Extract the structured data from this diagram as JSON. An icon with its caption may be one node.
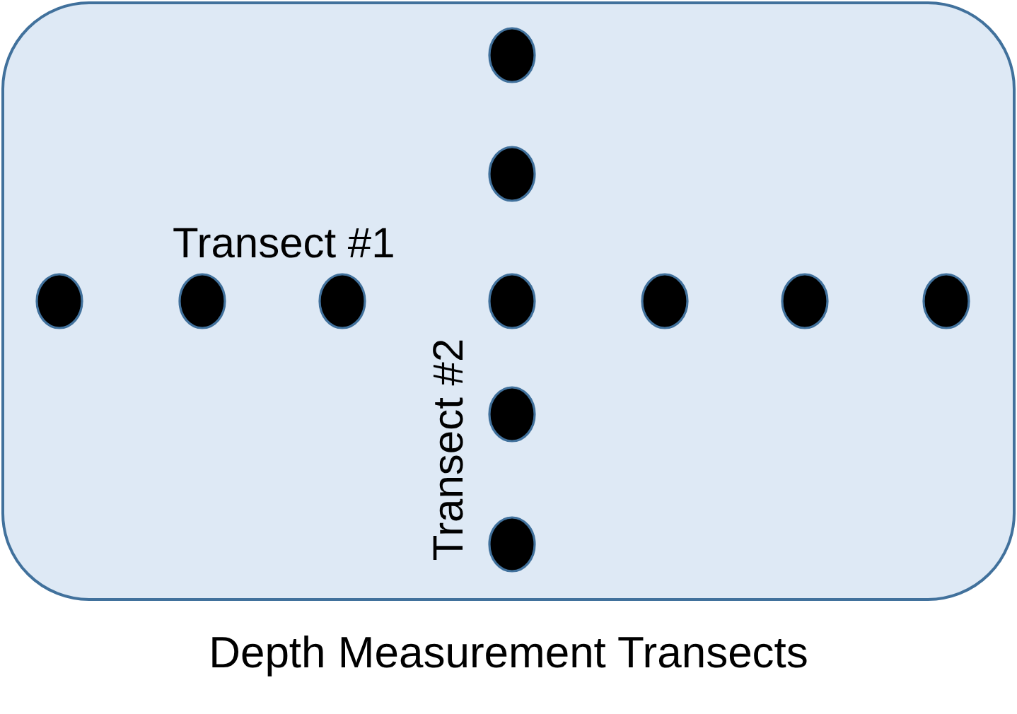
{
  "diagram": {
    "caption": "Depth Measurement Transects",
    "nodes": [
      {
        "text": [
          "Transect #1",
          "Transect #2"
        ]
      }
    ]
  }
}
